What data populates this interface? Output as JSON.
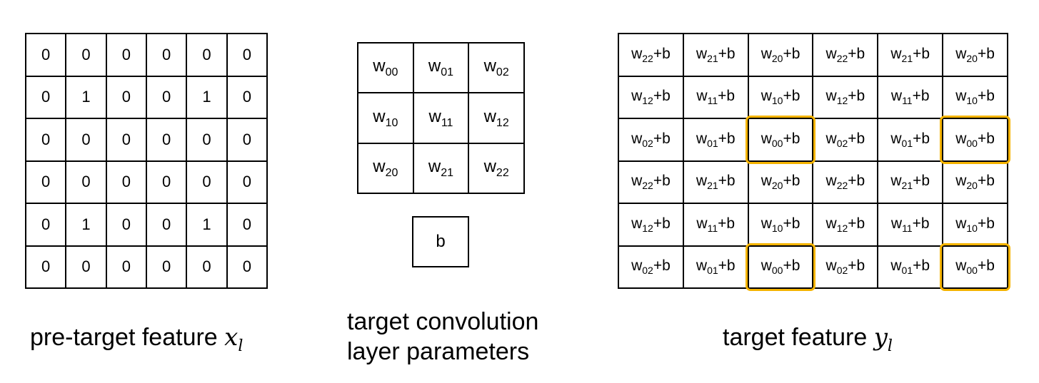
{
  "input_feature": {
    "rows": [
      [
        "0",
        "0",
        "0",
        "0",
        "0",
        "0"
      ],
      [
        "0",
        "1",
        "0",
        "0",
        "1",
        "0"
      ],
      [
        "0",
        "0",
        "0",
        "0",
        "0",
        "0"
      ],
      [
        "0",
        "0",
        "0",
        "0",
        "0",
        "0"
      ],
      [
        "0",
        "1",
        "0",
        "0",
        "1",
        "0"
      ],
      [
        "0",
        "0",
        "0",
        "0",
        "0",
        "0"
      ]
    ],
    "caption": "pre-target feature",
    "symbol": "x",
    "symbol_sub": "l"
  },
  "conv_params": {
    "weight_symbol": "w",
    "weight_subscripts": [
      [
        "00",
        "01",
        "02"
      ],
      [
        "10",
        "11",
        "12"
      ],
      [
        "20",
        "21",
        "22"
      ]
    ],
    "bias_label": "b",
    "caption_line1": "target convolution",
    "caption_line2": "layer parameters"
  },
  "output_feature": {
    "weight_symbol": "w",
    "term_suffix": "+b",
    "subscripts": [
      [
        "22",
        "21",
        "20",
        "22",
        "21",
        "20"
      ],
      [
        "12",
        "11",
        "10",
        "12",
        "11",
        "10"
      ],
      [
        "02",
        "01",
        "00",
        "02",
        "01",
        "00"
      ],
      [
        "22",
        "21",
        "20",
        "22",
        "21",
        "20"
      ],
      [
        "12",
        "11",
        "10",
        "12",
        "11",
        "10"
      ],
      [
        "02",
        "01",
        "00",
        "02",
        "01",
        "00"
      ]
    ],
    "highlighted_cells": [
      [
        2,
        2
      ],
      [
        2,
        5
      ],
      [
        5,
        2
      ],
      [
        5,
        5
      ]
    ],
    "highlight_color": "#f5b400",
    "caption": "target feature",
    "symbol": "y",
    "symbol_sub": "l"
  }
}
